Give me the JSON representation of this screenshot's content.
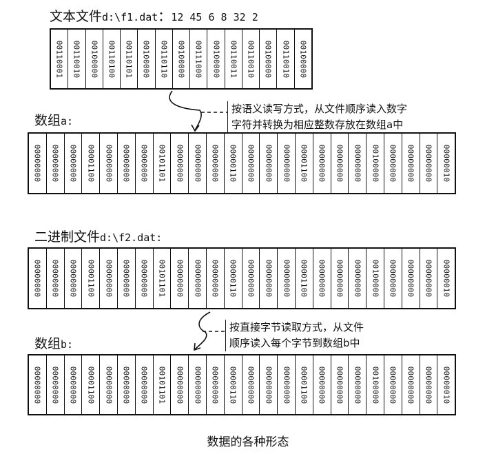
{
  "text_file": {
    "label": "文本文件",
    "path": "d:\\f1.dat",
    "separator": "：",
    "content": "12 45 6 8 32 2",
    "bytes": [
      "00110001",
      "00110010",
      "00100000",
      "00110100",
      "00110101",
      "00100000",
      "00110110",
      "00100000",
      "00111000",
      "00100000",
      "00110011",
      "00110010",
      "00100000",
      "00110010",
      "00100000"
    ]
  },
  "note1": {
    "lines": [
      "按语义读写方式，从文件顺序读入数字",
      "字符并转换为相应整数存放在数组a中"
    ]
  },
  "array_a": {
    "label": "数组",
    "name": "a:",
    "bytes": [
      "00000000",
      "00000000",
      "00000000",
      "00001100",
      "00000000",
      "00000000",
      "00000000",
      "00101101",
      "00000000",
      "00000000",
      "00000000",
      "00000110",
      "00000000",
      "00000000",
      "00000000",
      "00001100",
      "00000000",
      "00000000",
      "00000000",
      "00100000",
      "00000000",
      "00000000",
      "00000000",
      "00000010"
    ]
  },
  "binary_file": {
    "label": "二进制文件",
    "path": "d:\\f2.dat:",
    "bytes": [
      "00000000",
      "00000000",
      "00000000",
      "00001100",
      "00000000",
      "00000000",
      "00000000",
      "00101101",
      "00000000",
      "00000000",
      "00000000",
      "00000110",
      "00000000",
      "00000000",
      "00000000",
      "00001100",
      "00000000",
      "00000000",
      "00000000",
      "00100000",
      "00000000",
      "00000000",
      "00000000",
      "00000010"
    ]
  },
  "note2": {
    "lines": [
      "按直接字节读取方式，从文件",
      "顺序读入每个字节到数组b中"
    ]
  },
  "array_b": {
    "label": "数组",
    "name": "b:",
    "bytes": [
      "00000000",
      "00000000",
      "00000000",
      "00001100",
      "00000000",
      "00000000",
      "00000000",
      "00101101",
      "00000000",
      "00000000",
      "00000000",
      "00000110",
      "00000000",
      "00000000",
      "00000000",
      "00001100",
      "00000000",
      "00000000",
      "00000000",
      "00100000",
      "00000000",
      "00000000",
      "00000000",
      "00000010"
    ]
  },
  "caption": "数据的各种形态"
}
